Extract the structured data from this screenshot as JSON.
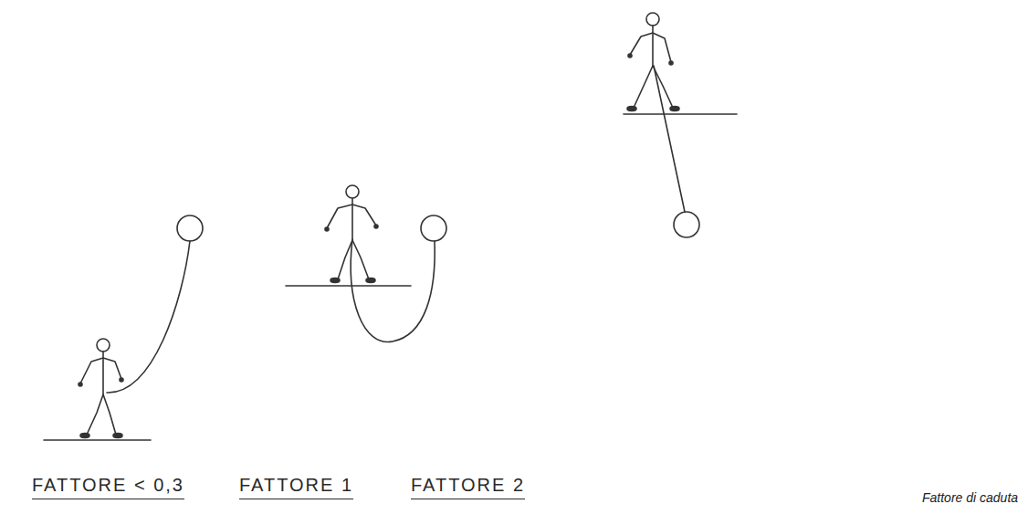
{
  "diagram": {
    "caption": "Fattore di caduta",
    "labels": [
      "FATTORE < 0,3",
      "FATTORE 1",
      "FATTORE 2"
    ]
  }
}
